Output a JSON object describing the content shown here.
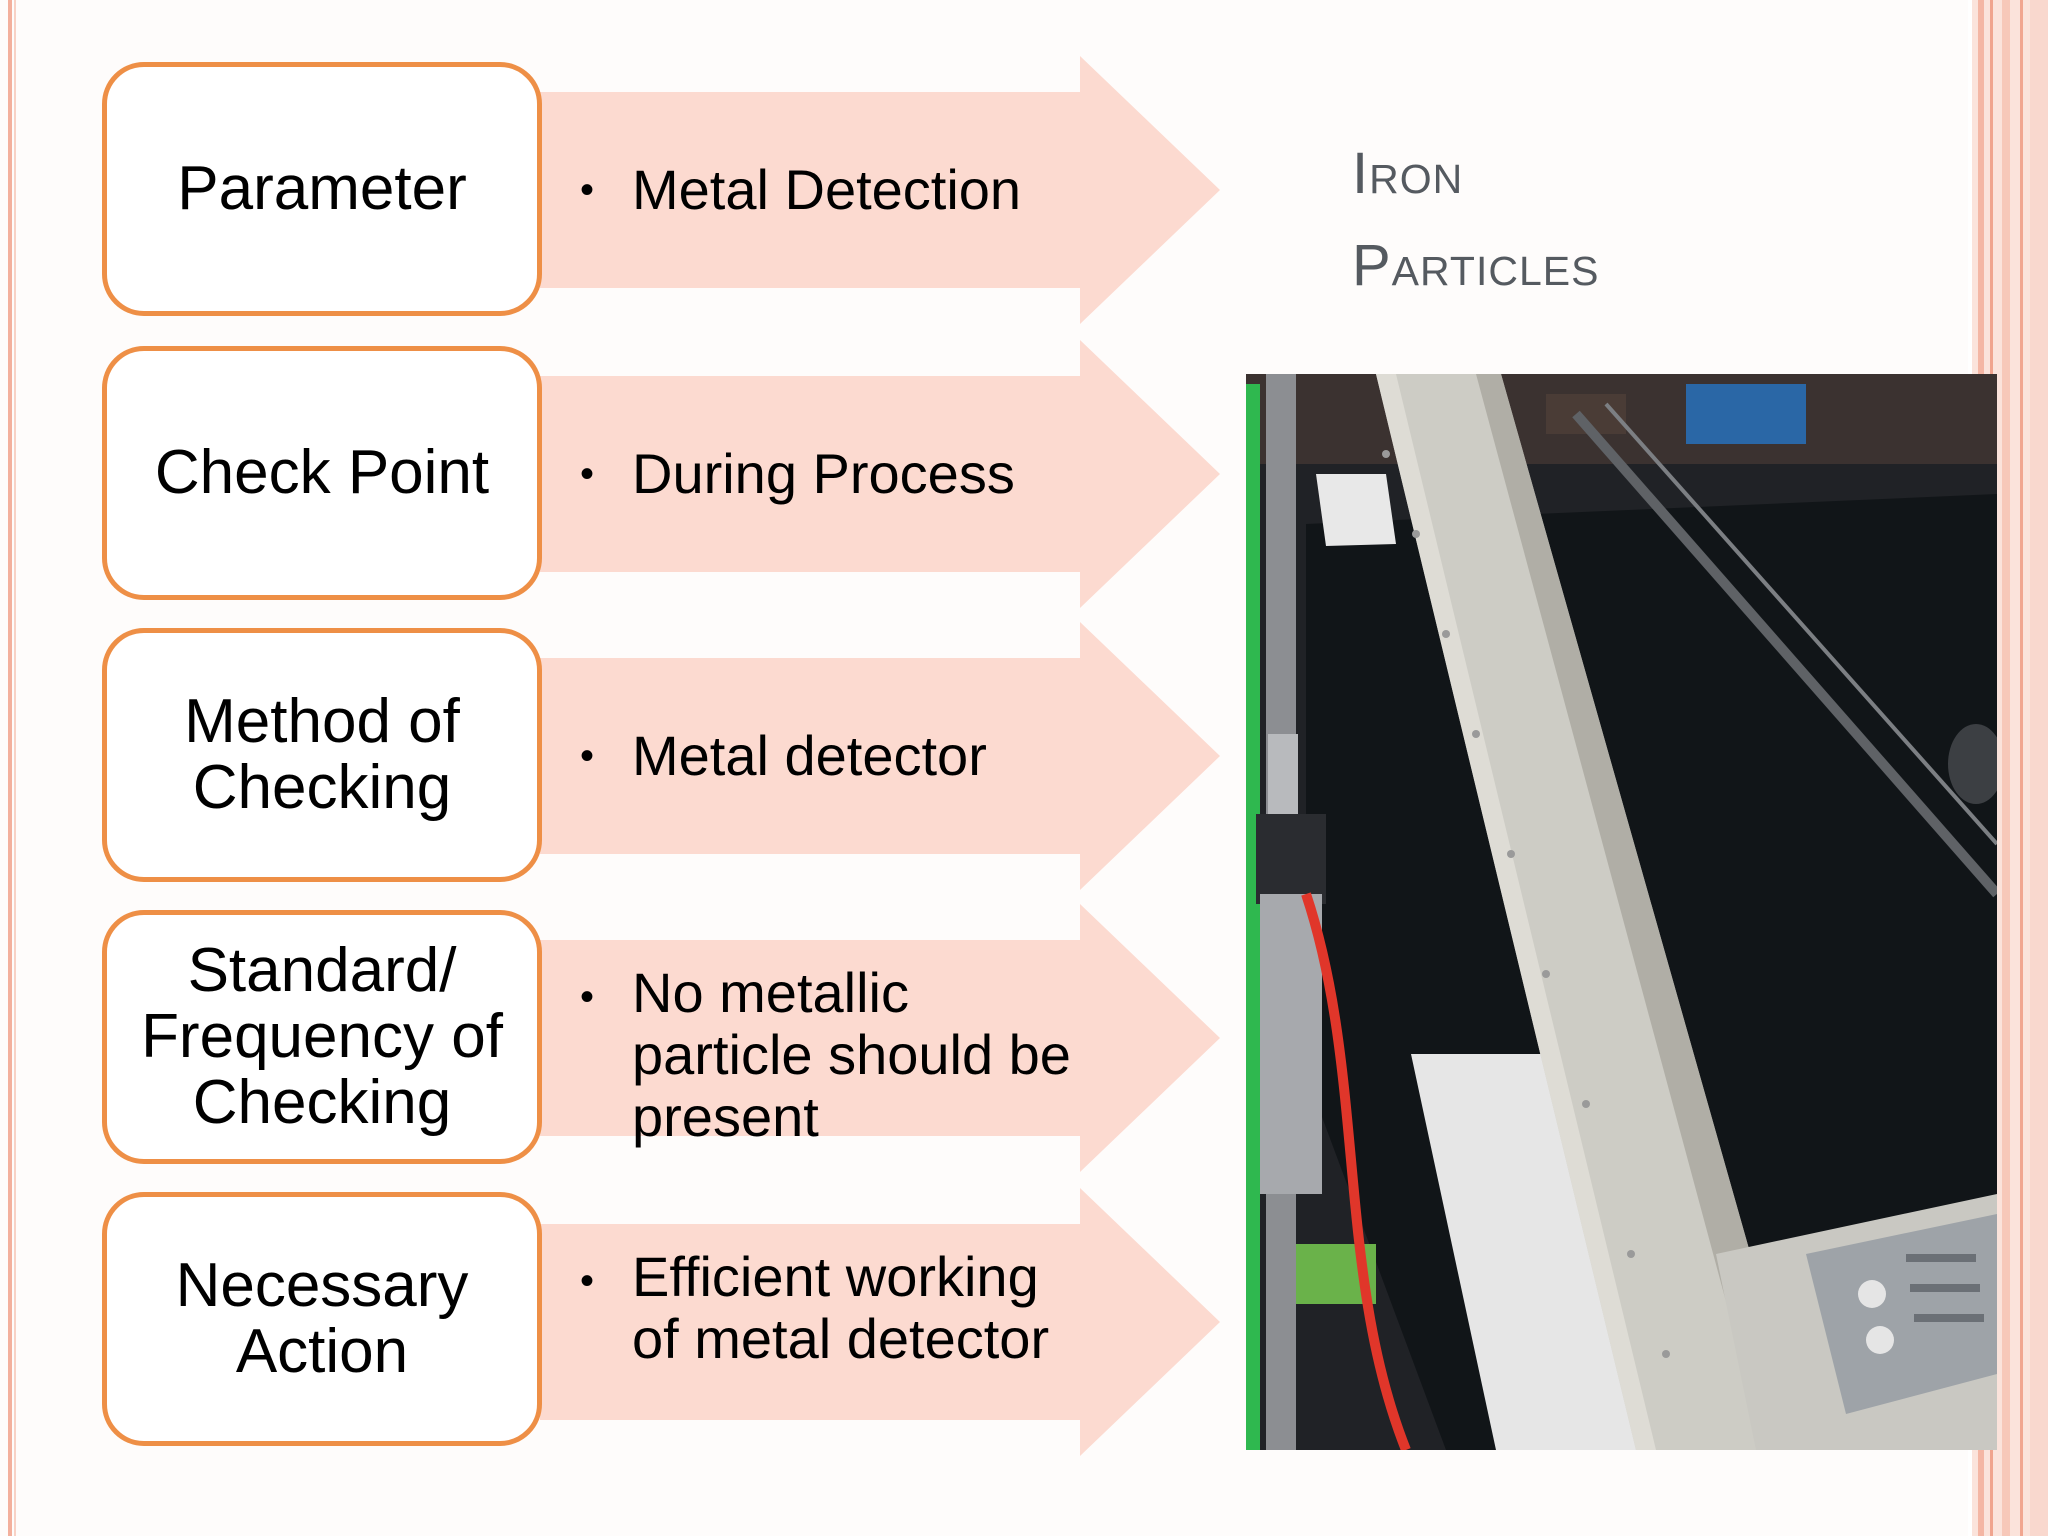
{
  "slide": {
    "title_line1": "Iron",
    "title_line2": "Particles",
    "rows": [
      {
        "label": "Parameter",
        "value": "Metal Detection"
      },
      {
        "label": "Check Point",
        "value": "During Process"
      },
      {
        "label": "Method of Checking",
        "value": "Metal detector"
      },
      {
        "label": "Standard/ Frequency of Checking",
        "value": "No metallic particle should be present"
      },
      {
        "label": "Necessary Action",
        "value": "Efficient working of metal detector"
      }
    ],
    "bullet": "•",
    "colors": {
      "box_border": "#ee8f46",
      "arrow_fill": "#fcdad0",
      "title_text": "#555a60"
    }
  }
}
